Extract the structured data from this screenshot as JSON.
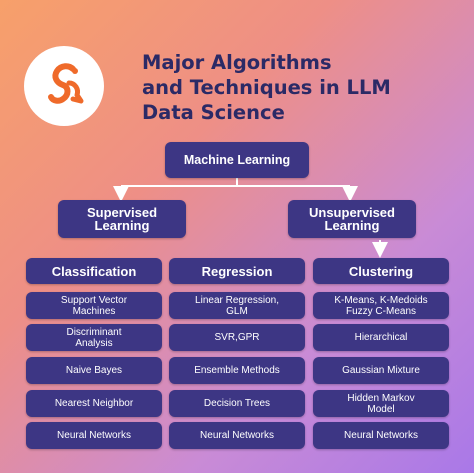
{
  "title": {
    "line1": "Major Algorithms",
    "line2": "and Techniques in LLM",
    "line3": "Data Science"
  },
  "logo": {
    "icon": "squirrel-logo-icon",
    "color": "#ef6a2a"
  },
  "colors": {
    "box": "#3d3684",
    "title": "#2b2a66",
    "connector": "#ffffff"
  },
  "root": {
    "label": "Machine Learning"
  },
  "supervised": {
    "line1": "Supervised",
    "line2": "Learning"
  },
  "unsupervised": {
    "line1": "Unsupervised",
    "line2": "Learning"
  },
  "columns": [
    {
      "header": "Classification",
      "items": [
        [
          "Support Vector",
          "Machines"
        ],
        [
          "Discriminant",
          "Analysis"
        ],
        [
          "Naive Bayes"
        ],
        [
          "Nearest Neighbor"
        ],
        [
          "Neural Networks"
        ]
      ]
    },
    {
      "header": "Regression",
      "items": [
        [
          "Linear Regression,",
          "GLM"
        ],
        [
          "SVR,GPR"
        ],
        [
          "Ensemble Methods"
        ],
        [
          "Decision Trees"
        ],
        [
          "Neural Networks"
        ]
      ]
    },
    {
      "header": "Clustering",
      "items": [
        [
          "K-Means, K-Medoids",
          "Fuzzy C-Means"
        ],
        [
          "Hierarchical"
        ],
        [
          "Gaussian Mixture"
        ],
        [
          "Hidden Markov",
          "Model"
        ],
        [
          "Neural Networks"
        ]
      ]
    }
  ]
}
